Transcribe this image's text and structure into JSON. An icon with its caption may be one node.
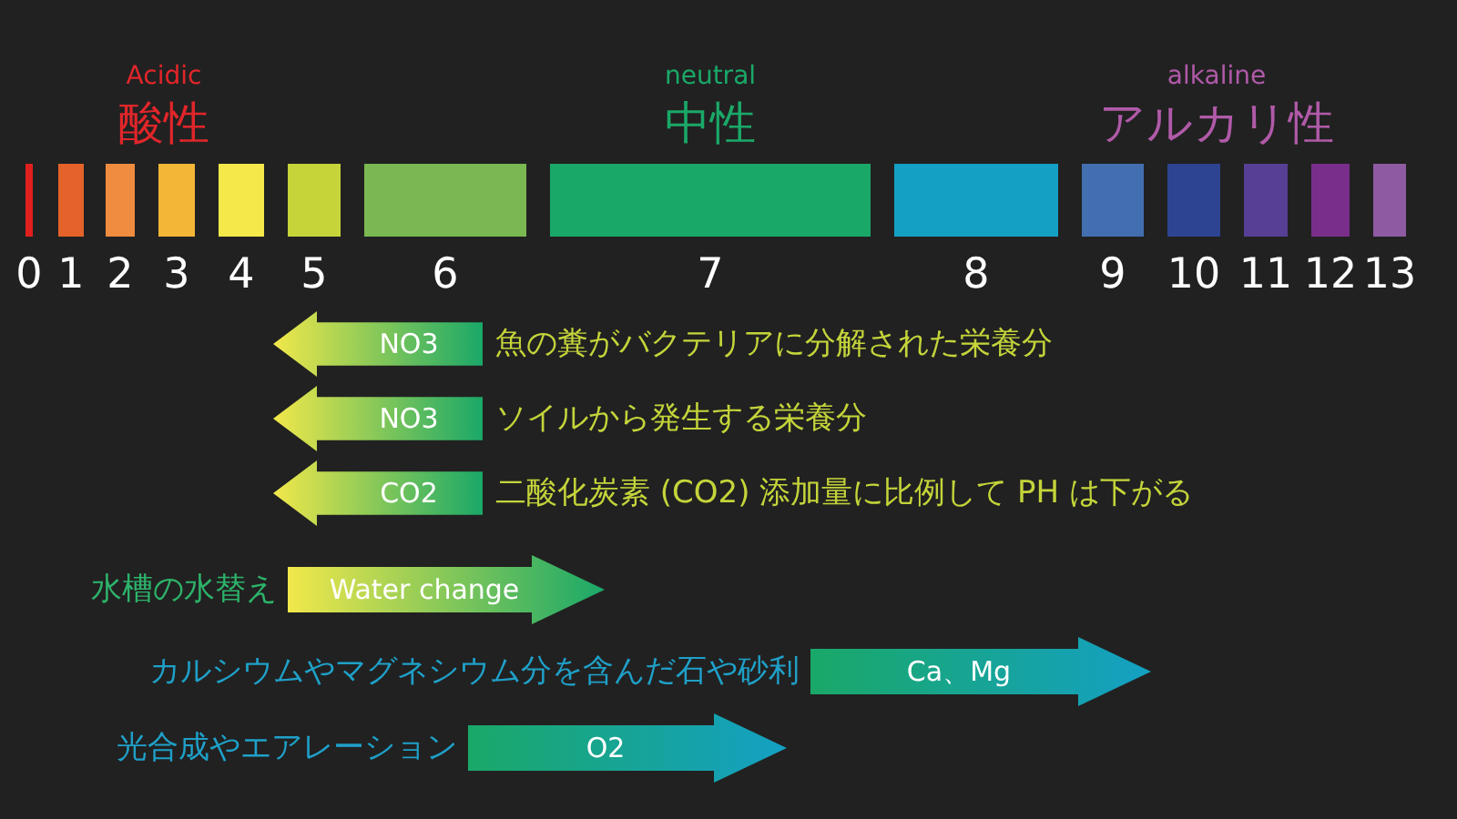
{
  "diagram": {
    "nodes": [
      {
        "text": [
          "NO3"
        ],
        "beside": [
          "魚の糞がバクテリアに分解された栄養分"
        ]
      },
      {
        "text": [
          "NO3"
        ],
        "beside": [
          "ソイルから発生する栄養分"
        ]
      },
      {
        "text": [
          "CO2"
        ],
        "beside": [
          "二酸化炭素 (CO2) 添加量に比例して PH は下がる"
        ]
      },
      {
        "text": [
          "Water change"
        ],
        "beside": [
          "水槽の水替え"
        ]
      },
      {
        "text": [
          "Ca、Mg"
        ],
        "beside": [
          "カルシウムやマグネシウム分を含んだ石や砂利"
        ]
      },
      {
        "text": [
          "O2"
        ],
        "beside": [
          "光合成やエアレーション"
        ]
      }
    ],
    "labels": [
      "Acidic",
      "酸性",
      "neutral",
      "中性",
      "alkaline",
      "アルカリ性",
      "0",
      "1",
      "2",
      "3",
      "4",
      "5",
      "6",
      "7",
      "8",
      "9",
      "10",
      "11",
      "12",
      "13"
    ]
  }
}
